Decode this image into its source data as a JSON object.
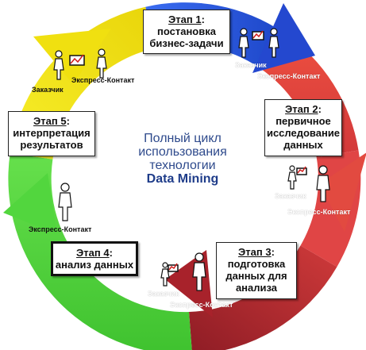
{
  "center": {
    "line1": "Полный цикл",
    "line2": "использования",
    "line3": "технологии",
    "line4": "Data Mining"
  },
  "stages": [
    {
      "label": "Этап 1",
      "line1": "постановка",
      "line2": "бизнес-задачи",
      "line3": ""
    },
    {
      "label": "Этап 2",
      "line1": "первичное",
      "line2": "исследование",
      "line3": "данных"
    },
    {
      "label": "Этап 3",
      "line1": "подготовка",
      "line2": "данных для",
      "line3": "анализа"
    },
    {
      "label": "Этап 4",
      "line1": "анализ данных",
      "line2": "",
      "line3": ""
    },
    {
      "label": "Этап 5",
      "line1": "интерпретация",
      "line2": "результатов",
      "line3": ""
    }
  ],
  "roles": {
    "customer": "Заказчик",
    "contact": "Экспресс-Контакт"
  },
  "colors": {
    "blue": "#2f5fe0",
    "red": "#e8453a",
    "darkred": "#b3262b",
    "green": "#4fd23c",
    "yellow": "#f2e10f",
    "center_text": "#2e4a8c"
  }
}
